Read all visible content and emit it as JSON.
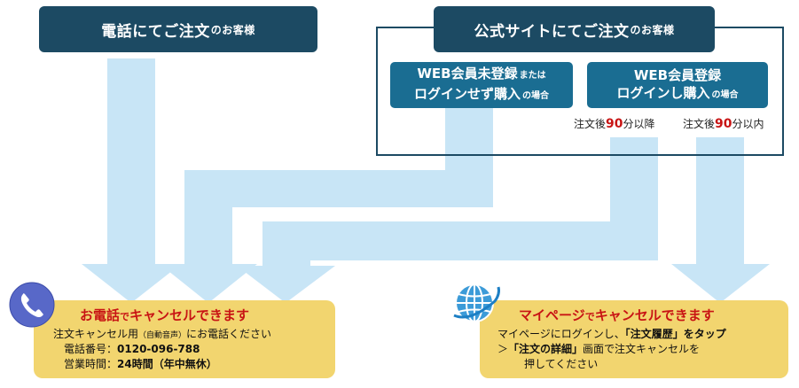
{
  "phone_header": {
    "main": "電話にてご注文",
    "suffix": "のお客様"
  },
  "site_header": {
    "main": "公式サイトにてご注文",
    "suffix": "のお客様"
  },
  "guest_box": {
    "line1_main": "WEB会員未登録",
    "line1_suffix": "または",
    "line2_main": "ログインせず購入",
    "line2_suffix": "の場合"
  },
  "member_box": {
    "line1": "WEB会員登録",
    "line2_main": "ログインし購入",
    "line2_suffix": "の場合"
  },
  "note_after": {
    "prefix": "注文後",
    "num": "90",
    "suffix": "分以降"
  },
  "note_within": {
    "prefix": "注文後",
    "num": "90",
    "suffix": "分以内"
  },
  "phone_result": {
    "title_a": "お電話",
    "title_b": "で",
    "title_c": "キャンセルできます",
    "line1_a": "注文キャンセル用",
    "line1_b": "（自動音声）",
    "line1_c": "にお電話ください",
    "line2_label": "電話番号：",
    "line2_value": "0120-096-788",
    "line3_label": "営業時間：",
    "line3_value": "24時間（年中無休）"
  },
  "mypage_result": {
    "title_a": "マイページ",
    "title_b": "で",
    "title_c": "キャンセルできます",
    "line1_a": "マイページにログインし、",
    "line1_b": "「注文履歴」をタップ",
    "line2_a": "＞",
    "line2_b": "「注文の詳細」",
    "line2_c": "画面で注文キャンセルを",
    "line3": "押してください"
  },
  "colors": {
    "arrow": "#c8e5f6",
    "dark": "#1c4a63",
    "teal": "#1a6d92",
    "result_bg": "#f2d56f",
    "accent_red": "#c81414"
  },
  "icons": [
    "phone-icon",
    "globe-icon"
  ]
}
